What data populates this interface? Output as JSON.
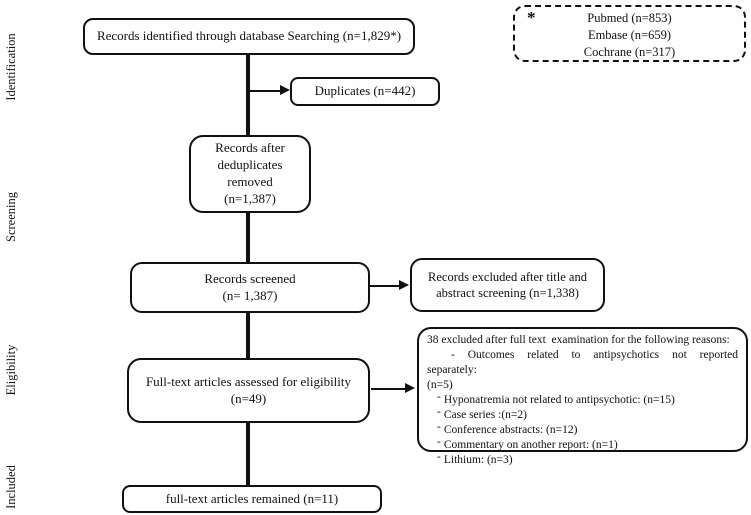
{
  "figure_title": "PRISMA study selection flow diagram",
  "colors": {
    "line": "#111111",
    "background": "#fefefe",
    "text": "#111111"
  },
  "stages": [
    "Identification",
    "Screening",
    "Eligibility",
    "Included"
  ],
  "sources_box": {
    "marker": "*",
    "lines": [
      "Pubmed (n=853)",
      "Embase (n=659)",
      "Cochrane (n=317)"
    ]
  },
  "boxes": {
    "identified": "Records identified through database Searching (n=1,829*)",
    "duplicates": "Duplicates (n=442)",
    "dedup_lines": [
      "Records after",
      "deduplicates",
      "removed",
      "(n=1,387)"
    ],
    "screened_lines": [
      "Records screened",
      "(n= 1,387)"
    ],
    "excluded_lines": [
      "Records excluded after title and",
      "abstract screening (n=1,338)"
    ],
    "fulltext_lines": [
      "Full-text articles assessed for eligibility",
      "(n=49)"
    ],
    "remained": "full-text articles remained (n=11)"
  },
  "reasons_box": {
    "bullet": "-",
    "title": "38 excluded after full text  examination for the following reasons:",
    "first_item": "- Outcomes related to antipsychotics not reported separately:",
    "first_item_count": "(n=5)",
    "items": [
      "Hyponatremia not related to antipsychotic: (n=15)",
      "Case series :(n=2)",
      "Conference abstracts: (n=12)",
      "Commentary on another report: (n=1)",
      "Lithium: (n=3)"
    ]
  }
}
